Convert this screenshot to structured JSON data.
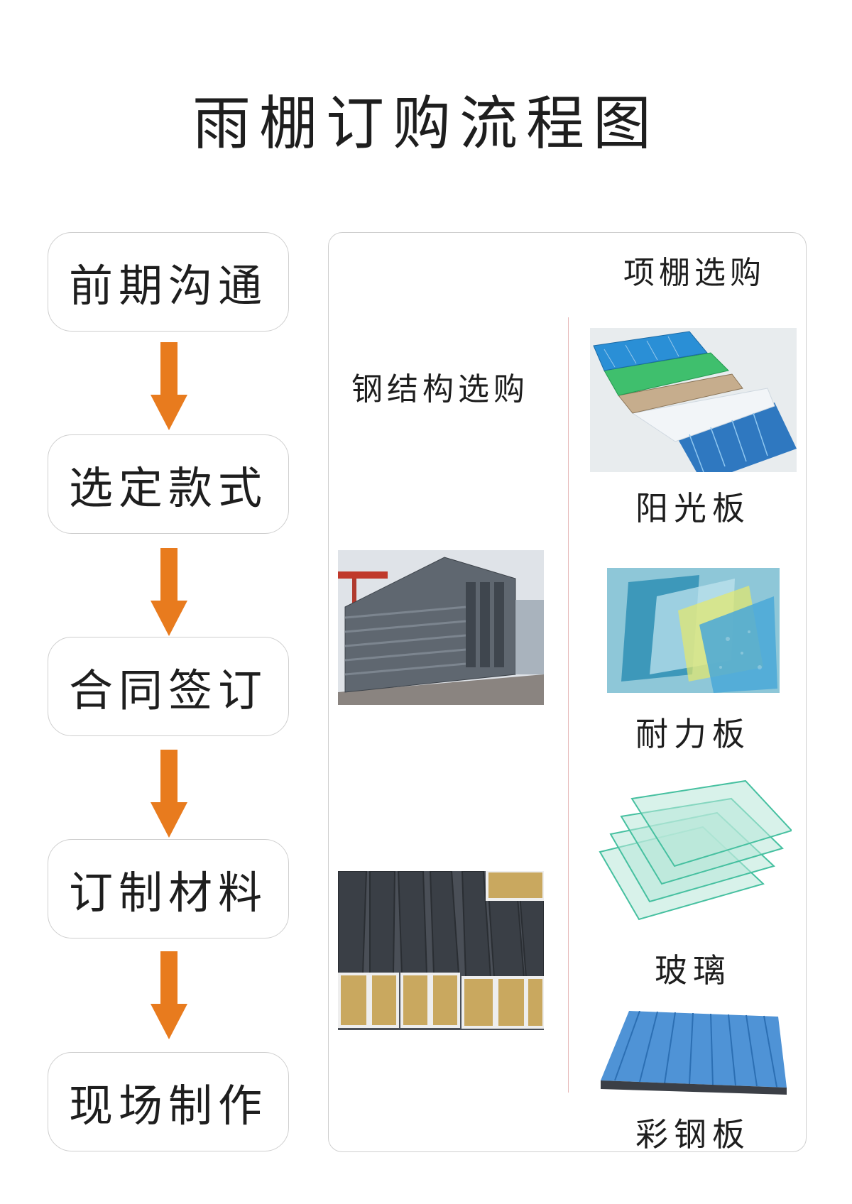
{
  "title": "雨棚订购流程图",
  "steps": [
    "前期沟通",
    "选定款式",
    "合同签订",
    "订制材料",
    "现场制作"
  ],
  "panel": {
    "canopy_heading": "项棚选购",
    "steel_heading": "钢结构选购",
    "materials": [
      "阳光板",
      "耐力板",
      "玻璃",
      "彩钢板"
    ]
  },
  "colors": {
    "arrow": "#e87b1e",
    "border": "#cfcfcf",
    "divider": "#e6b7b7",
    "text": "#1e1e1e"
  }
}
